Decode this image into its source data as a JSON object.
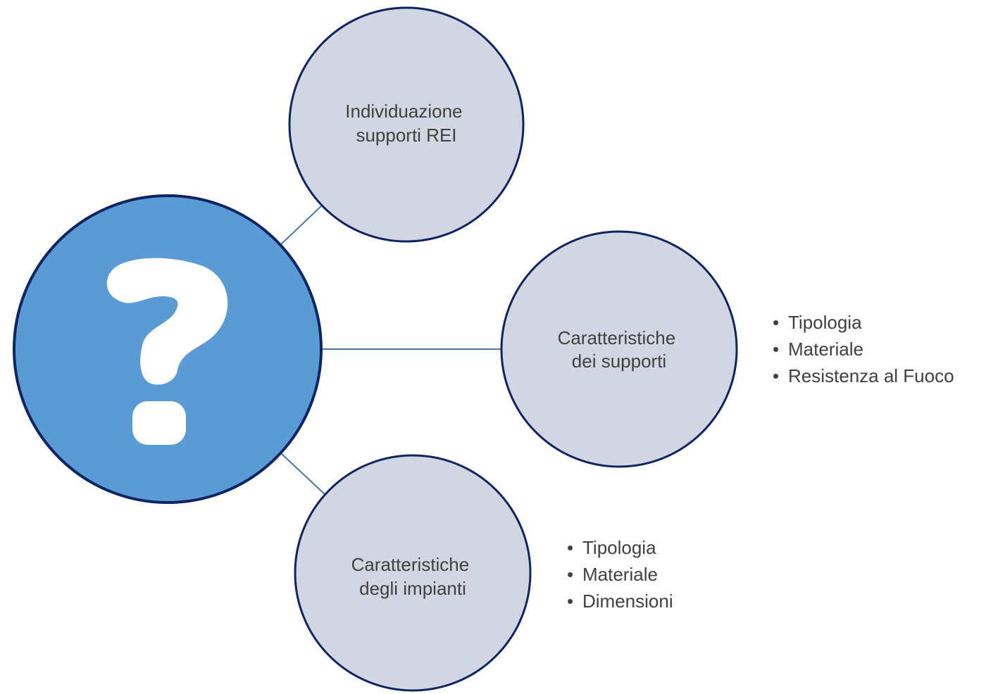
{
  "diagram": {
    "center_icon": "question-mark-icon",
    "nodes": [
      {
        "id": "individuazione",
        "lines": [
          "Individuazione",
          "supporti REI"
        ]
      },
      {
        "id": "supporti",
        "lines": [
          "Caratteristiche",
          "dei supporti"
        ]
      },
      {
        "id": "impianti",
        "lines": [
          "Caratteristiche",
          "degli impianti"
        ]
      }
    ],
    "lists": {
      "supporti": [
        "Tipologia",
        "Materiale",
        "Resistenza al Fuoco"
      ],
      "impianti": [
        "Tipologia",
        "Materiale",
        "Dimensioni"
      ]
    }
  },
  "colors": {
    "center_fill": "#5b9bd5",
    "center_stroke": "#0e2562",
    "node_fill": "#d1d6e2",
    "node_stroke": "#0e2562",
    "connector": "#4a78a8",
    "text": "#404040",
    "icon": "#ffffff"
  }
}
